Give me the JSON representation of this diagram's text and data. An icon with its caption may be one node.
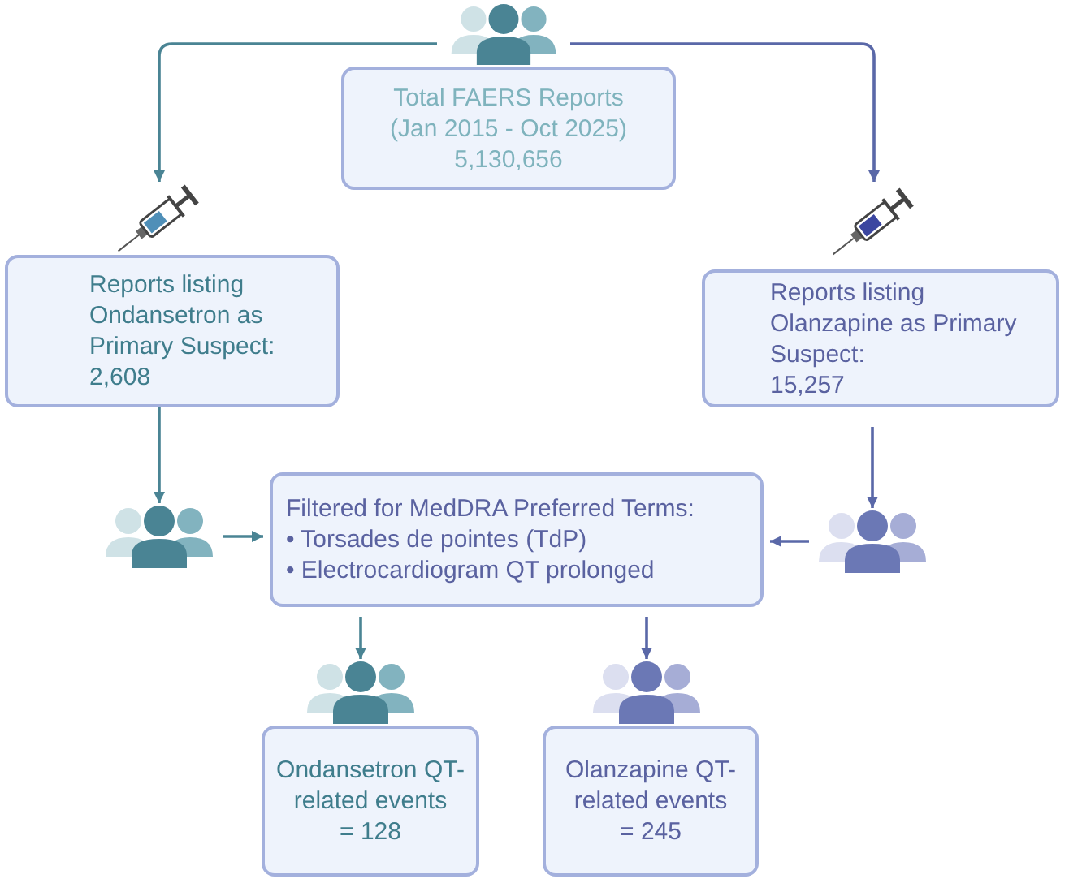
{
  "diagram": {
    "nodes": [
      {
        "text": [],
        "shape": "person"
      },
      {
        "text": [
          "Total FAERS Reports",
          "(Jan 2015 - Oct 2025)",
          "5,130,656"
        ]
      },
      {
        "text": [],
        "shape": "syringe"
      },
      {
        "text": [
          "Reports listing Ondansetron as Primary Suspect:",
          "2,608"
        ]
      },
      {
        "text": [],
        "shape": "syringe"
      },
      {
        "text": [
          "Reports listing Olanzapine as Primary Suspect:",
          "15,257"
        ]
      },
      {
        "text": [],
        "shape": "person"
      },
      {
        "text": [
          "Filtered for MedDRA Preferred Terms:",
          "• Torsades de pointes (TdP)",
          "• Electrocardiogram QT prolonged"
        ]
      },
      {
        "text": [],
        "shape": "person"
      },
      {
        "text": [],
        "shape": "person"
      },
      {
        "text": [
          "Ondansetron QT-related events",
          "= 128"
        ]
      },
      {
        "text": [],
        "shape": "person"
      },
      {
        "text": [
          "Olanzapine QT-related events",
          "= 245"
        ]
      }
    ],
    "edges": [
      {
        "from": 0,
        "to": 2,
        "arrow": "to",
        "color": "#4a8494"
      },
      {
        "from": 0,
        "to": 4,
        "arrow": "to",
        "color": "#5a68a8"
      },
      {
        "from": 3,
        "to": 6,
        "arrow": "to",
        "color": "#4a8494"
      },
      {
        "from": 6,
        "to": 7,
        "arrow": "to",
        "color": "#4a8494"
      },
      {
        "from": 5,
        "to": 8,
        "arrow": "to",
        "color": "#5a68a8"
      },
      {
        "from": 8,
        "to": 7,
        "arrow": "to",
        "color": "#5a68a8"
      },
      {
        "from": 7,
        "to": 9,
        "arrow": "to",
        "color": "#4a8494"
      },
      {
        "from": 7,
        "to": 11,
        "arrow": "to",
        "color": "#5a68a8"
      }
    ]
  }
}
